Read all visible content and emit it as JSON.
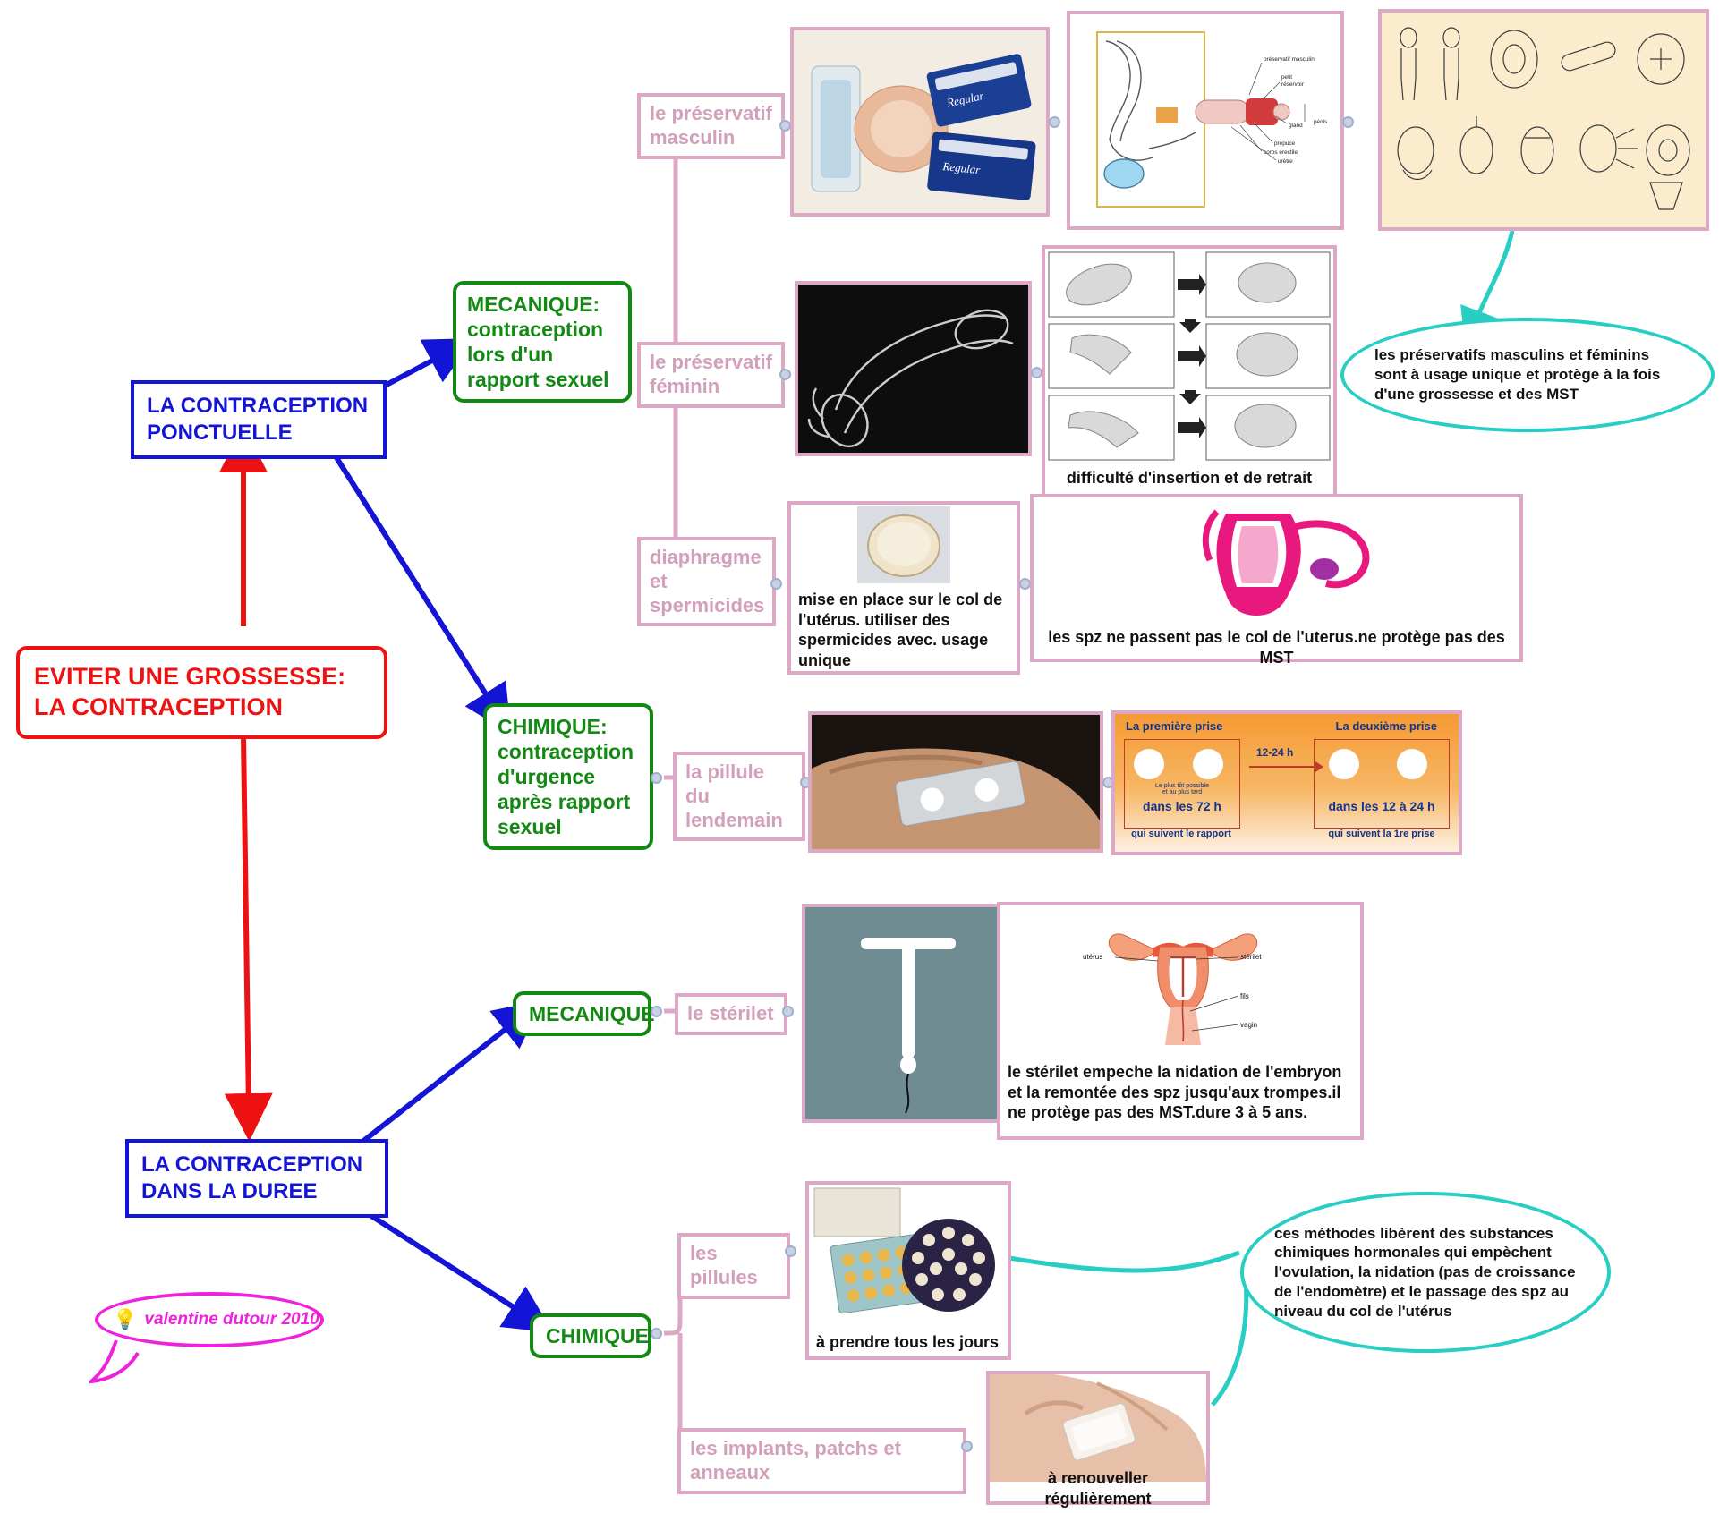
{
  "root": {
    "label": "EVITER UNE GROSSESSE:\nLA CONTRACEPTION",
    "color": "#ee1111"
  },
  "branches": [
    {
      "id": "ponctuelle",
      "label": "LA CONTRACEPTION\nPONCTUELLE",
      "color": "#1414d6"
    },
    {
      "id": "duree",
      "label": "LA CONTRACEPTION\nDANS LA DUREE",
      "color": "#1414d6"
    }
  ],
  "categories": [
    {
      "id": "meca-ponct",
      "label": "MECANIQUE:\ncontraception\nlors d'un\nrapport sexuel",
      "color": "#138913"
    },
    {
      "id": "chim-ponct",
      "label": "CHIMIQUE:\ncontraception\nd'urgence\naprès rapport\nsexuel",
      "color": "#138913"
    },
    {
      "id": "meca-duree",
      "label": "MECANIQUE",
      "color": "#138913"
    },
    {
      "id": "chim-duree",
      "label": "CHIMIQUE",
      "color": "#138913"
    }
  ],
  "leaves": [
    {
      "id": "preservatif-masculin",
      "label": "le préservatif\nmasculin"
    },
    {
      "id": "preservatif-feminin",
      "label": "le préservatif\nféminin"
    },
    {
      "id": "diaphragme",
      "label": "diaphragme\net\nspermicides"
    },
    {
      "id": "pillule-lendemain",
      "label": "la pillule du\nlendemain"
    },
    {
      "id": "sterilet",
      "label": "le stérilet"
    },
    {
      "id": "pillules",
      "label": "les pillules"
    },
    {
      "id": "implants",
      "label": "les implants, patchs et anneaux"
    }
  ],
  "captions": {
    "feminin_difficulte": "difficulté d'insertion et de retrait",
    "diaphragme_usage": "mise en place sur le col de l'utérus. utiliser des spermicides avec. usage unique",
    "diaphragme_spz": "les spz ne passent pas le col de l'uterus.ne protège pas des MST",
    "sterilet_info": "le stérilet empeche la nidation de l'embryon et la remontée des spz jusqu'aux trompes.il ne protège pas des MST.dure 3 à 5 ans.",
    "pillules_info": "à prendre tous les jours",
    "implants_info": "à renouveller régulièrement"
  },
  "callouts": [
    {
      "id": "preservatifs-callout",
      "text": "les préservatifs masculins et féminins sont à usage unique et protège à la fois d'une grossesse et des MST",
      "color": "#28cdc4"
    },
    {
      "id": "hormones-callout",
      "text": "ces méthodes libèrent des substances chimiques hormonales qui empèchent l'ovulation, la nidation (pas de croissance de l'endomètre) et le passage des spz au niveau du col de l'utérus",
      "color": "#28cdc4"
    }
  ],
  "pillule_diagram": {
    "first_title": "La première prise",
    "second_title": "La deuxième prise",
    "interval": "12-24 h",
    "first_small": "Le plus tôt possible\net au plus tard",
    "first_main": "dans les 72 h",
    "first_sub": "qui suivent le rapport",
    "second_main": "dans les 12 à 24 h",
    "second_sub": "qui suivent la 1re  prise"
  },
  "anatomy_labels": {
    "preservatif_masculin": "préservatif masculin",
    "petit_reservoir": "petit\nréservoir",
    "gland": "gland",
    "prepuce": "prépuce",
    "corps_erectile": "corps érectile",
    "uretre": "urètre",
    "penis": "pénis",
    "uterus": "utérus",
    "sterilet": "stérilet",
    "fils": "fils",
    "vagin": "vagin"
  },
  "signature": {
    "text": "valentine dutour 2010",
    "icon": "lightbulb-icon",
    "color": "#ee22dd"
  }
}
